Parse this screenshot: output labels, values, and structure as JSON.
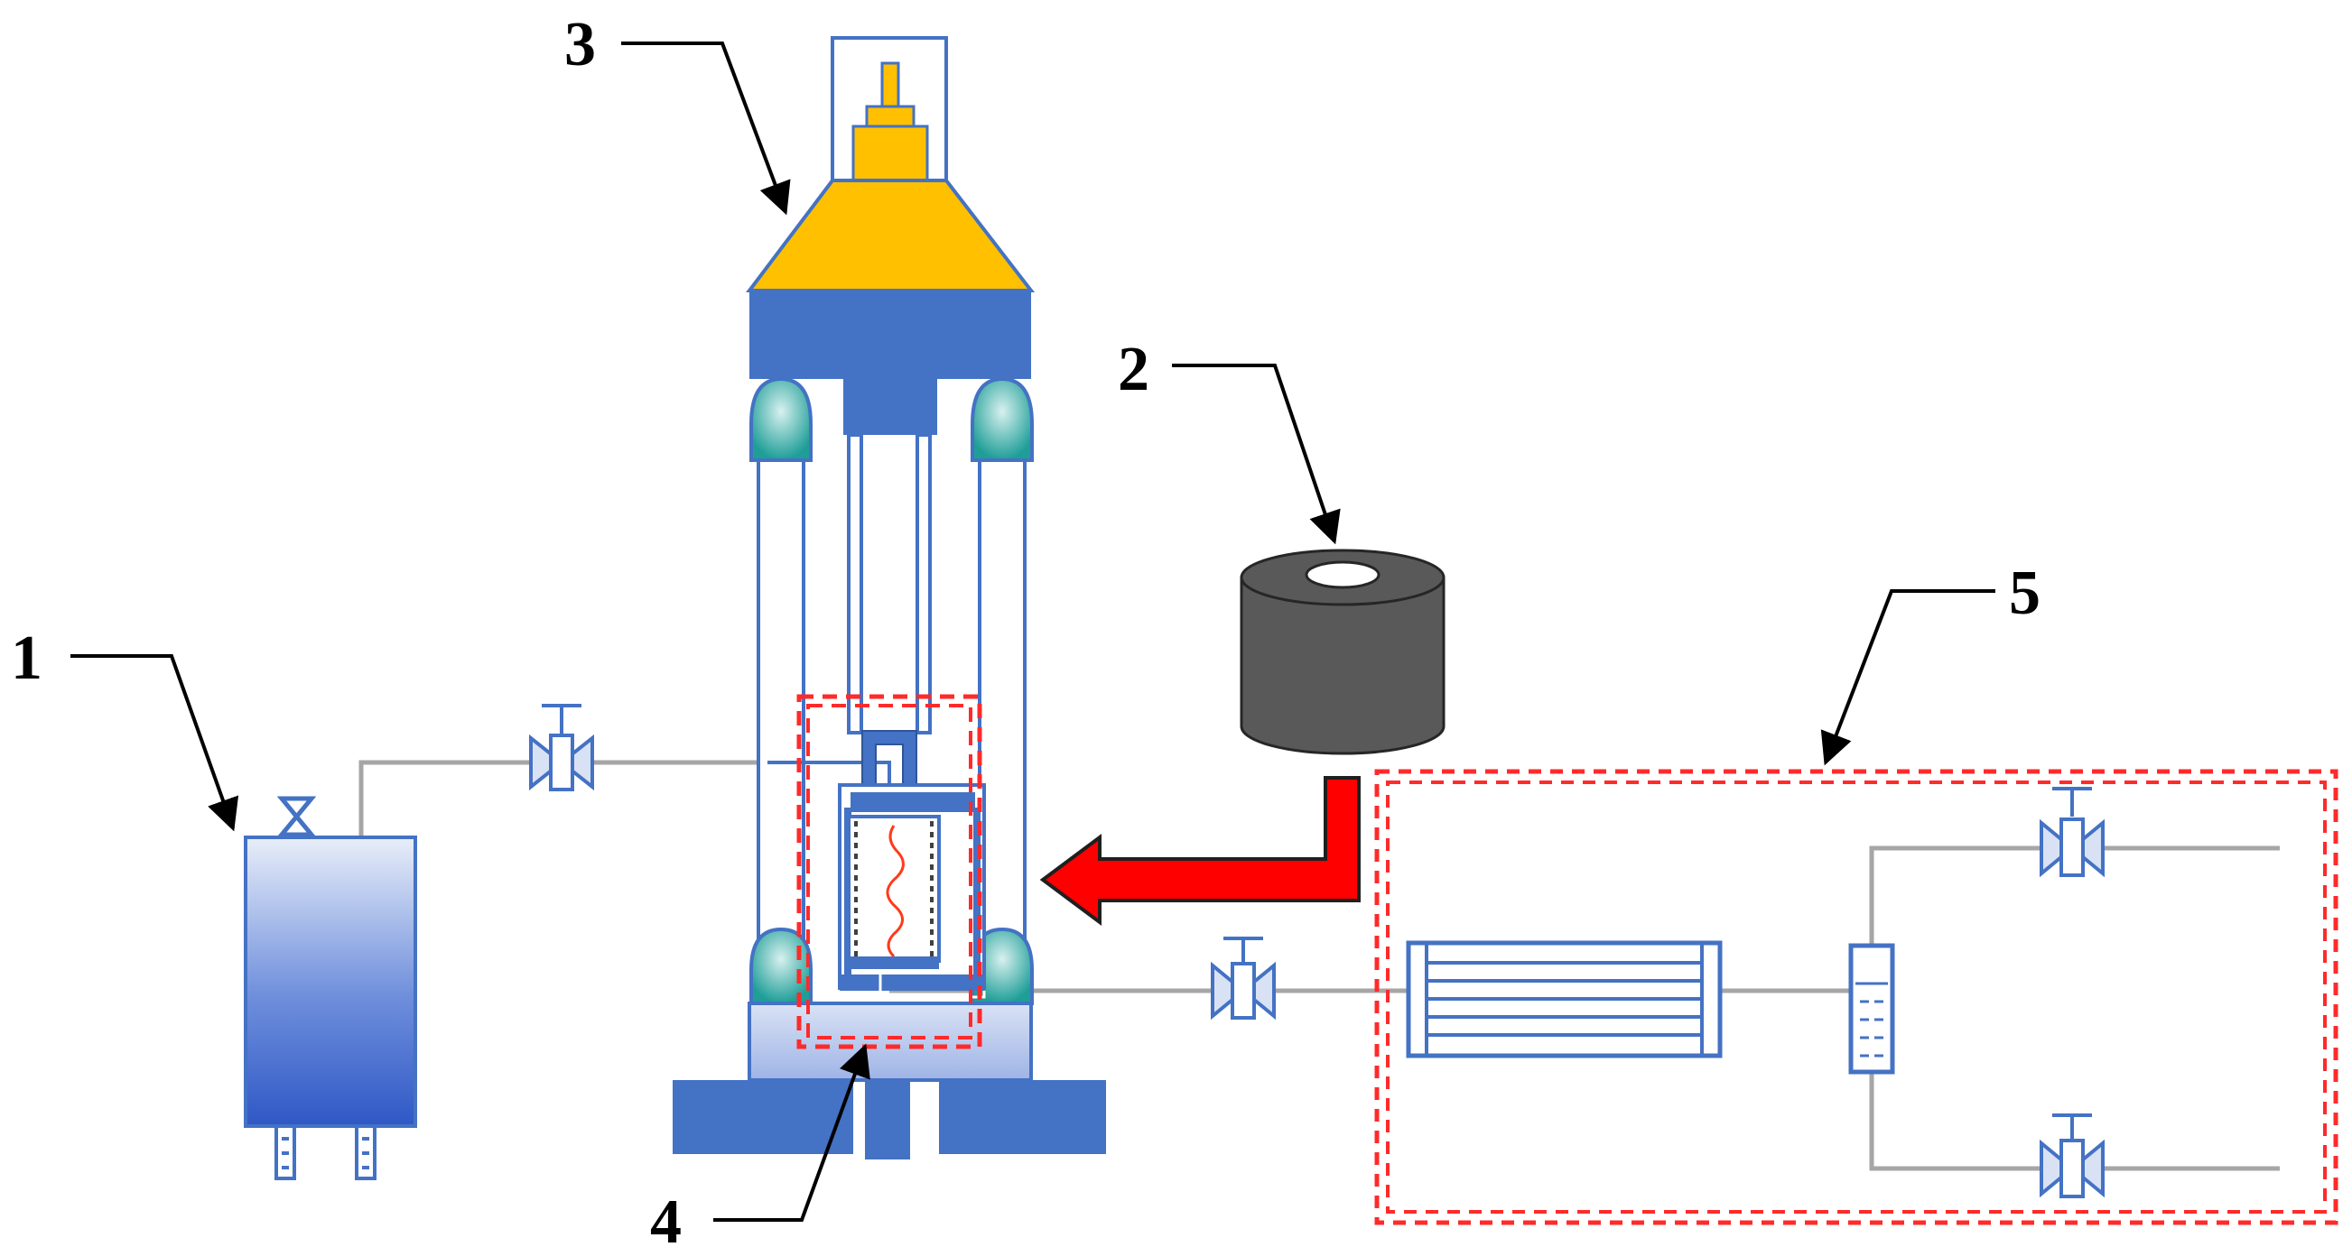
{
  "labels": {
    "one": "1",
    "two": "2",
    "three": "3",
    "four": "4",
    "five": "5"
  },
  "colors": {
    "frame_blue": "#4472c4",
    "outline_blue": "#2f5597",
    "tank_gradient_top": "#e6ecf8",
    "tank_gradient_bottom": "#2f58c6",
    "gold": "#ffc000",
    "teal": "#2aa7a0",
    "pipe_gray": "#a6a6a6",
    "dashed_red": "#ff2a2a",
    "arrow_red": "#ff0000",
    "heater_gray": "#595959"
  }
}
